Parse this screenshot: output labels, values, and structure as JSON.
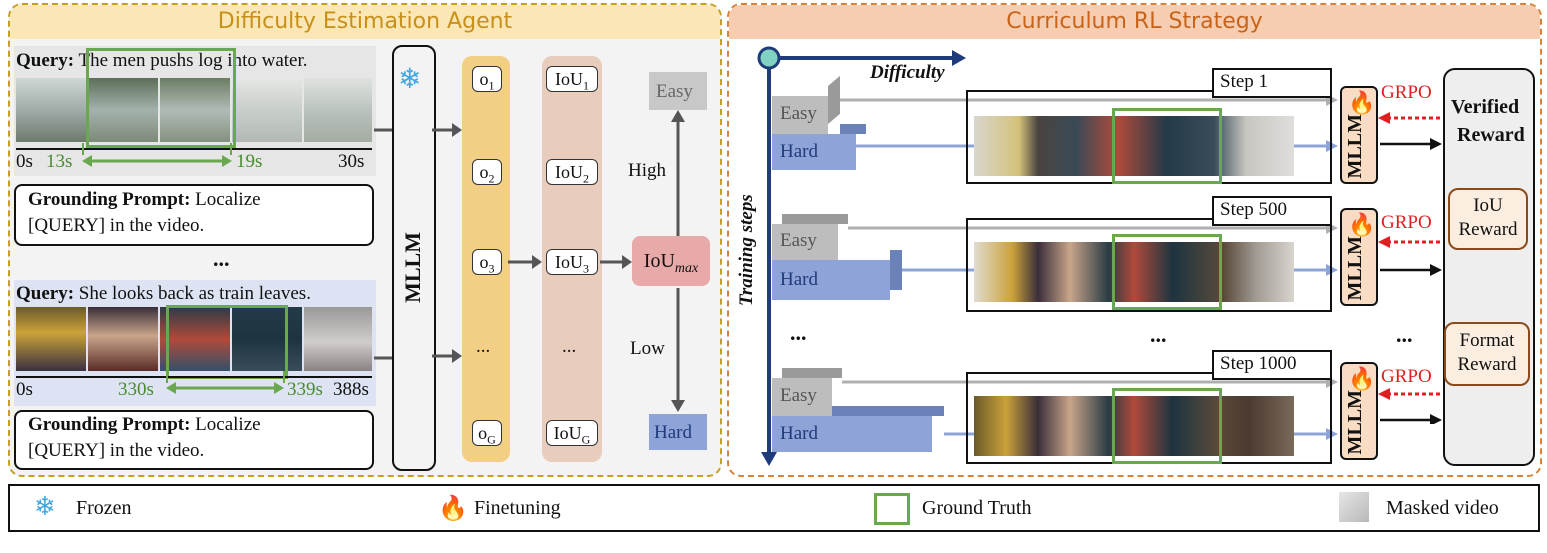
{
  "left_panel": {
    "title": "Difficulty Estimation Agent",
    "query1_label": "Query:",
    "query1_text": "The men pushs log into water.",
    "query2_label": "Query:",
    "query2_text": "She looks back as train leaves.",
    "timeline1": {
      "start": "0s",
      "gt_start": "13s",
      "gt_end": "19s",
      "end": "30s"
    },
    "timeline2": {
      "start": "0s",
      "gt_start": "330s",
      "gt_end": "339s",
      "end": "388s"
    },
    "prompt_label": "Grounding Prompt:",
    "prompt_line1": "Localize",
    "prompt_line2": "[QUERY] in the video.",
    "dots": "...",
    "mllm": "MLLM",
    "outputs": [
      "o",
      "o",
      "o",
      "...",
      "o"
    ],
    "output_subs": [
      "1",
      "2",
      "3",
      "",
      "G"
    ],
    "ious": [
      "IoU",
      "IoU",
      "IoU",
      "...",
      "IoU"
    ],
    "iou_subs": [
      "1",
      "2",
      "3",
      "",
      "G"
    ],
    "iou_max": "IoU",
    "iou_max_sub": "max",
    "easy": "Easy",
    "hard": "Hard",
    "high": "High",
    "low": "Low"
  },
  "right_panel": {
    "title": "Curriculum RL Strategy",
    "difficulty_axis": "Difficulty",
    "training_axis": "Training steps",
    "easy": "Easy",
    "hard": "Hard",
    "steps": [
      "Step 1",
      "Step 500",
      "Step 1000"
    ],
    "mllm": "MLLM",
    "grpo": "GRPO",
    "dots": "...",
    "verified_reward_l1": "Verified",
    "verified_reward_l2": "Reward",
    "iou_reward_l1": "IoU",
    "iou_reward_l2": "Reward",
    "format_reward_l1": "Format",
    "format_reward_l2": "Reward"
  },
  "legend": {
    "frozen": "Frozen",
    "finetuning": "Finetuning",
    "ground_truth": "Ground Truth",
    "masked_video": "Masked video"
  },
  "colors": {
    "left_border": "#c8a020",
    "right_border": "#d9823a",
    "left_title_bg": "#fbe7b5",
    "right_title_bg": "#f6cdb0",
    "gt_green": "#6aa84f",
    "grpo_red": "#e02020",
    "hard_blue": "#8ea3d8",
    "easy_gray": "#bdbdbd",
    "axis_navy": "#1f3b7a"
  }
}
